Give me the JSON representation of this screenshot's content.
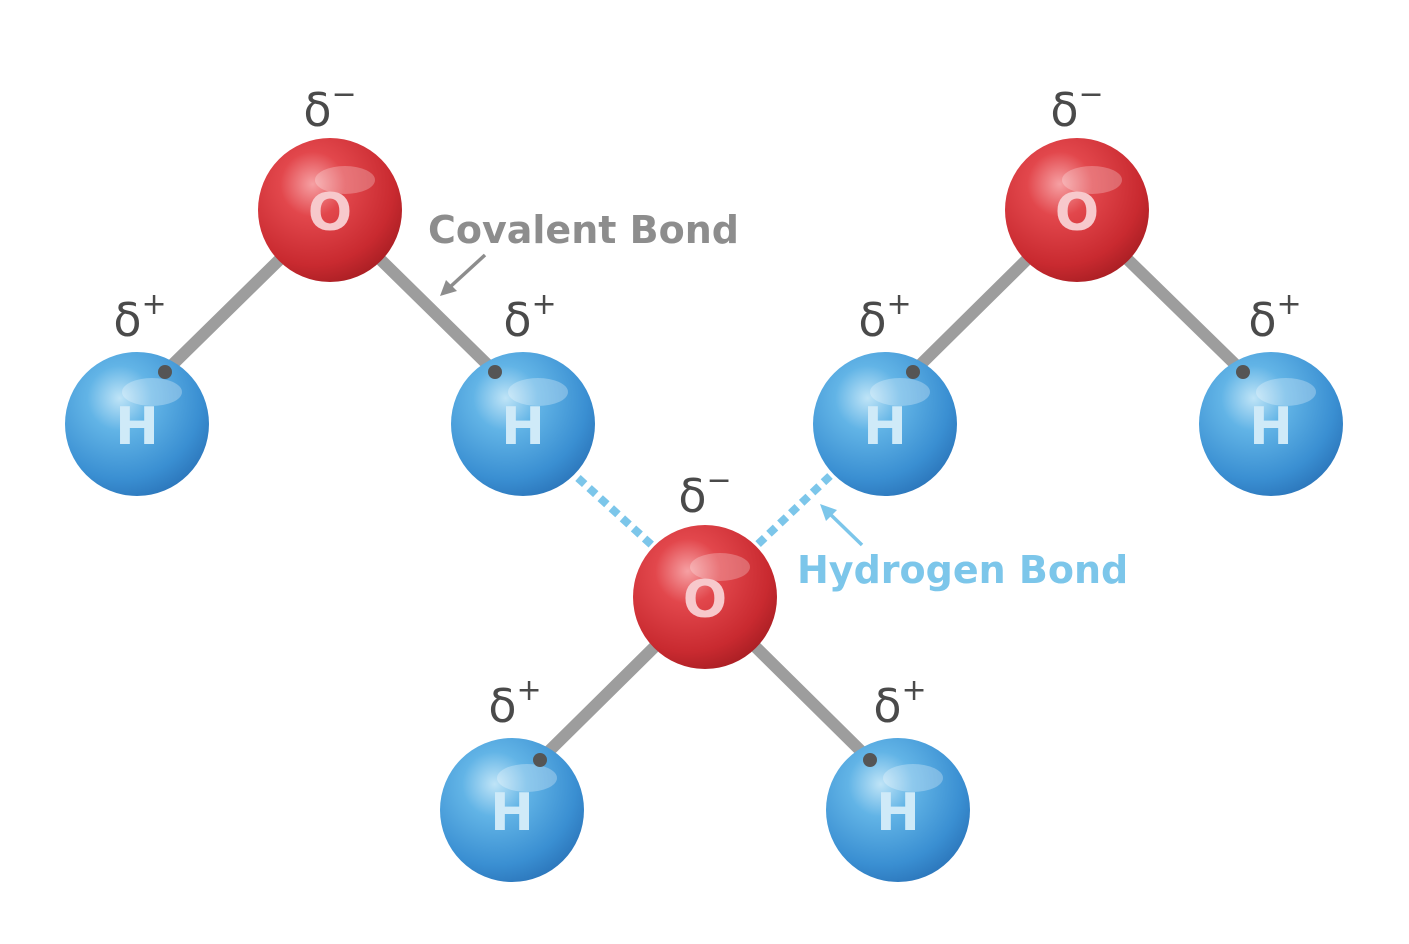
{
  "colors": {
    "oxygen": "#d8353b",
    "hydrogen": "#3d97d8",
    "covalent_bond": "#9a9a9a",
    "hydrogen_bond": "#7cc6ea",
    "charge_text": "#4a4a4a",
    "covalent_label": "#8d8d8d",
    "hydrogen_label": "#7cc6ea"
  },
  "atom_symbols": {
    "oxygen": "O",
    "hydrogen": "H"
  },
  "charges": {
    "delta": "δ",
    "negative": "−",
    "positive": "+"
  },
  "labels": {
    "covalent_bond": "Covalent Bond",
    "hydrogen_bond": "Hydrogen Bond"
  },
  "icons": [
    "arrow-icon"
  ]
}
